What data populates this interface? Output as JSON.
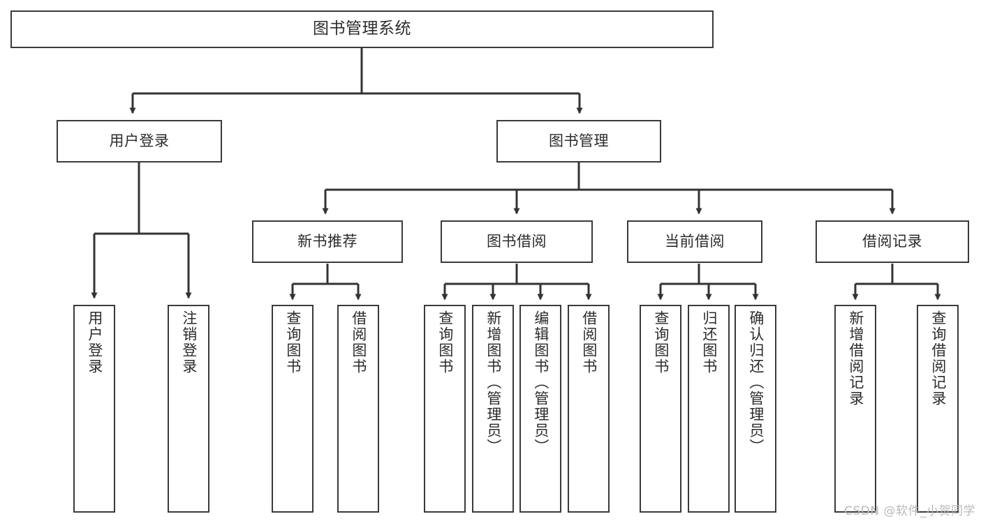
{
  "diagram": {
    "title": "图书管理系统",
    "type": "tree",
    "orientation": "top-down",
    "colors": {
      "box_stroke": "#3a3a3a",
      "box_fill": "#ffffff",
      "connector": "#333333",
      "text": "#2b2b2b",
      "watermark": "#b9b9b9",
      "background": "#ffffff"
    },
    "levels": {
      "root": {
        "label": "图书管理系统"
      },
      "level2": [
        {
          "id": "user-login",
          "label": "用户登录"
        },
        {
          "id": "book-manage",
          "label": "图书管理"
        }
      ],
      "level3": [
        {
          "id": "new-book-recommend",
          "label": "新书推荐",
          "parent": "book-manage"
        },
        {
          "id": "book-borrow",
          "label": "图书借阅",
          "parent": "book-manage"
        },
        {
          "id": "current-borrow",
          "label": "当前借阅",
          "parent": "book-manage"
        },
        {
          "id": "borrow-record",
          "label": "借阅记录",
          "parent": "book-manage"
        }
      ],
      "leaves": [
        {
          "id": "leaf-user-login",
          "label": "用户登录",
          "parent": "user-login"
        },
        {
          "id": "leaf-user-logout",
          "label": "注销登录",
          "parent": "user-login"
        },
        {
          "id": "leaf-query-book-1",
          "label": "查询图书",
          "parent": "new-book-recommend"
        },
        {
          "id": "leaf-borrow-book-1",
          "label": "借阅图书",
          "parent": "new-book-recommend"
        },
        {
          "id": "leaf-query-book-2",
          "label": "查询图书",
          "parent": "book-borrow"
        },
        {
          "id": "leaf-add-book",
          "label": "新增图书（管理员）",
          "parent": "book-borrow"
        },
        {
          "id": "leaf-edit-book",
          "label": "编辑图书（管理员）",
          "parent": "book-borrow"
        },
        {
          "id": "leaf-borrow-book-2",
          "label": "借阅图书",
          "parent": "book-borrow"
        },
        {
          "id": "leaf-query-book-3",
          "label": "查询图书",
          "parent": "current-borrow"
        },
        {
          "id": "leaf-return-book",
          "label": "归还图书",
          "parent": "current-borrow"
        },
        {
          "id": "leaf-confirm-return",
          "label": "确认归还（管理员）",
          "parent": "current-borrow"
        },
        {
          "id": "leaf-add-record",
          "label": "新增借阅记录",
          "parent": "borrow-record"
        },
        {
          "id": "leaf-query-record",
          "label": "查询借阅记录",
          "parent": "borrow-record"
        }
      ]
    }
  },
  "watermark": {
    "text": "CSDN @软件_小贺同学"
  }
}
